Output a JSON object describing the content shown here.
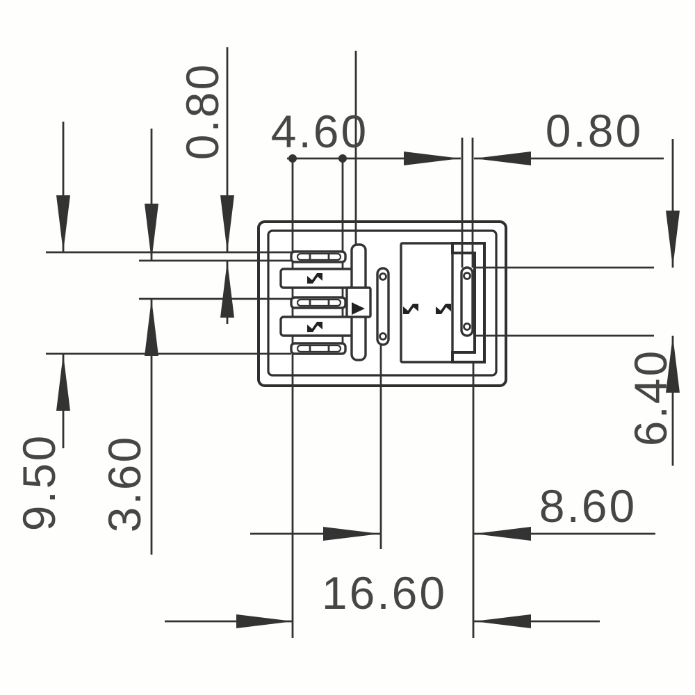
{
  "drawing": {
    "units_implied": "mm",
    "dims": {
      "top_left_vertical": "0.80",
      "top_pitch": "4.60",
      "top_right_slot": "0.80",
      "left_outer": "9.50",
      "left_inner": "3.60",
      "right_slot_height": "6.40",
      "bottom_inner": "8.60",
      "bottom_overall": "16.60"
    }
  }
}
